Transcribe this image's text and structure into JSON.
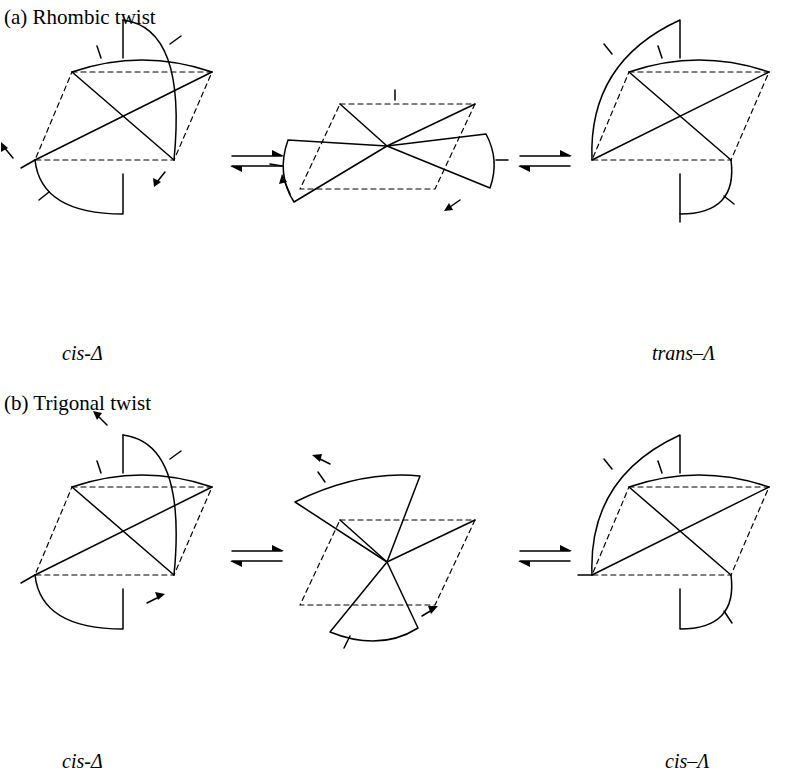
{
  "diagram": {
    "labels": [
      "(a) Rhombic twist",
      "cis-Δ",
      "trans–Λ",
      "(b) Trigonal twist",
      "cis-Δ",
      "cis–Λ"
    ]
  }
}
